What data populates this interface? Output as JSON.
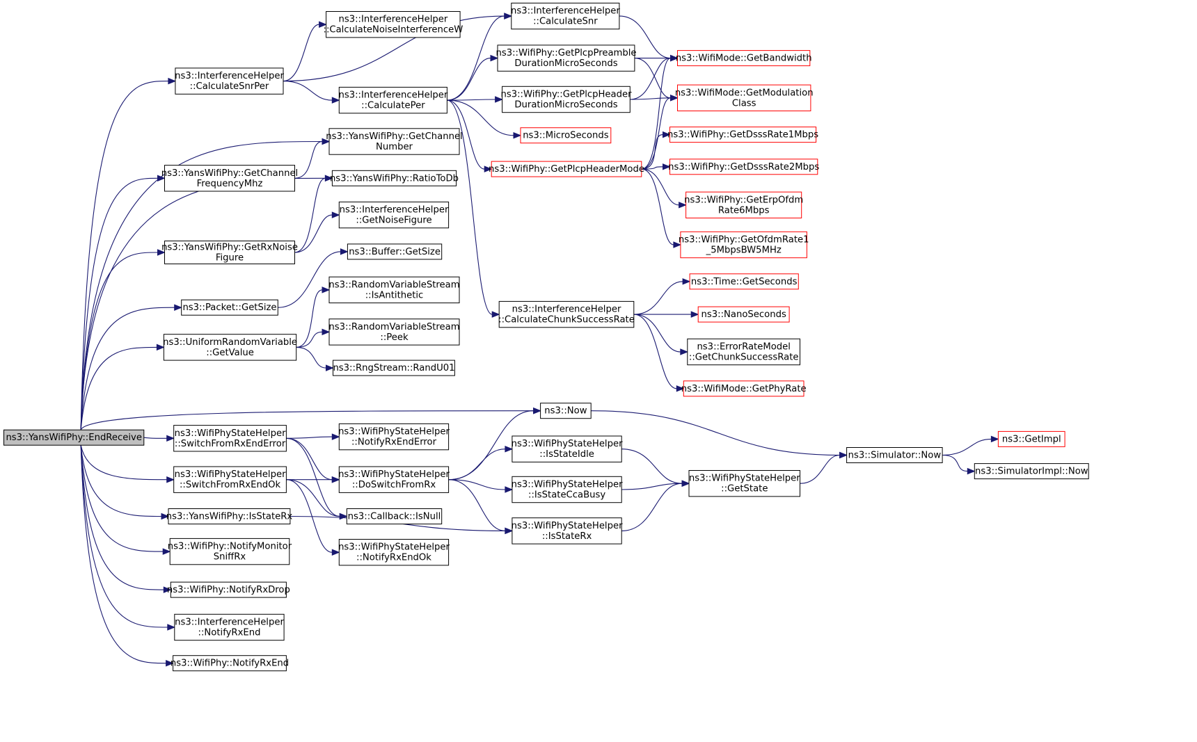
{
  "nodes": [
    {
      "id": "root",
      "lines": [
        "ns3::YansWifiPhy::EndReceive"
      ],
      "style": "root"
    },
    {
      "id": "csnrper",
      "lines": [
        "ns3::InterferenceHelper",
        "::CalculateSnrPer"
      ],
      "style": "normal"
    },
    {
      "id": "cniw",
      "lines": [
        "ns3::InterferenceHelper",
        "::CalculateNoiseInterferenceW"
      ],
      "style": "normal"
    },
    {
      "id": "csnr",
      "lines": [
        "ns3::InterferenceHelper",
        "::CalculateSnr"
      ],
      "style": "normal"
    },
    {
      "id": "cper",
      "lines": [
        "ns3::InterferenceHelper",
        "::CalculatePer"
      ],
      "style": "normal"
    },
    {
      "id": "preamble",
      "lines": [
        "ns3::WifiPhy::GetPlcpPreamble",
        "DurationMicroSeconds"
      ],
      "style": "normal"
    },
    {
      "id": "header",
      "lines": [
        "ns3::WifiPhy::GetPlcpHeader",
        "DurationMicroSeconds"
      ],
      "style": "normal"
    },
    {
      "id": "bandwidth",
      "lines": [
        "ns3::WifiMode::GetBandwidth"
      ],
      "style": "red"
    },
    {
      "id": "modclass",
      "lines": [
        "ns3::WifiMode::GetModulation",
        "Class"
      ],
      "style": "red"
    },
    {
      "id": "micro",
      "lines": [
        "ns3::MicroSeconds"
      ],
      "style": "red"
    },
    {
      "id": "hdrmode",
      "lines": [
        "ns3::WifiPhy::GetPlcpHeaderMode"
      ],
      "style": "red"
    },
    {
      "id": "dsss1",
      "lines": [
        "ns3::WifiPhy::GetDsssRate1Mbps"
      ],
      "style": "red"
    },
    {
      "id": "dsss2",
      "lines": [
        "ns3::WifiPhy::GetDsssRate2Mbps"
      ],
      "style": "red"
    },
    {
      "id": "erp6",
      "lines": [
        "ns3::WifiPhy::GetErpOfdm",
        "Rate6Mbps"
      ],
      "style": "red"
    },
    {
      "id": "ofdm15",
      "lines": [
        "ns3::WifiPhy::GetOfdmRate1",
        "_5MbpsBW5MHz"
      ],
      "style": "red"
    },
    {
      "id": "chnum",
      "lines": [
        "ns3::YansWifiPhy::GetChannel",
        "Number"
      ],
      "style": "normal"
    },
    {
      "id": "chfreq",
      "lines": [
        "ns3::YansWifiPhy::GetChannel",
        "FrequencyMhz"
      ],
      "style": "normal"
    },
    {
      "id": "ratiodb",
      "lines": [
        "ns3::YansWifiPhy::RatioToDb"
      ],
      "style": "normal"
    },
    {
      "id": "noisefig",
      "lines": [
        "ns3::InterferenceHelper",
        "::GetNoiseFigure"
      ],
      "style": "normal"
    },
    {
      "id": "rxnoise",
      "lines": [
        "ns3::YansWifiPhy::GetRxNoise",
        "Figure"
      ],
      "style": "normal"
    },
    {
      "id": "bufsize",
      "lines": [
        "ns3::Buffer::GetSize"
      ],
      "style": "normal"
    },
    {
      "id": "pktsize",
      "lines": [
        "ns3::Packet::GetSize"
      ],
      "style": "normal"
    },
    {
      "id": "isanti",
      "lines": [
        "ns3::RandomVariableStream",
        "::IsAntithetic"
      ],
      "style": "normal"
    },
    {
      "id": "peek",
      "lines": [
        "ns3::RandomVariableStream",
        "::Peek"
      ],
      "style": "normal"
    },
    {
      "id": "urvget",
      "lines": [
        "ns3::UniformRandomVariable",
        "::GetValue"
      ],
      "style": "normal"
    },
    {
      "id": "randu01",
      "lines": [
        "ns3::RngStream::RandU01"
      ],
      "style": "normal"
    },
    {
      "id": "ccsr",
      "lines": [
        "ns3::InterferenceHelper",
        "::CalculateChunkSuccessRate"
      ],
      "style": "normal"
    },
    {
      "id": "timesec",
      "lines": [
        "ns3::Time::GetSeconds"
      ],
      "style": "red"
    },
    {
      "id": "nano",
      "lines": [
        "ns3::NanoSeconds"
      ],
      "style": "red"
    },
    {
      "id": "ermchunk",
      "lines": [
        "ns3::ErrorRateModel",
        "::GetChunkSuccessRate"
      ],
      "style": "normal"
    },
    {
      "id": "phyrate",
      "lines": [
        "ns3::WifiMode::GetPhyRate"
      ],
      "style": "red"
    },
    {
      "id": "now",
      "lines": [
        "ns3::Now"
      ],
      "style": "normal"
    },
    {
      "id": "simnow",
      "lines": [
        "ns3::Simulator::Now"
      ],
      "style": "normal"
    },
    {
      "id": "getimpl",
      "lines": [
        "ns3::GetImpl"
      ],
      "style": "red"
    },
    {
      "id": "simimplnow",
      "lines": [
        "ns3::SimulatorImpl::Now"
      ],
      "style": "normal"
    },
    {
      "id": "swrxerr",
      "lines": [
        "ns3::WifiPhyStateHelper",
        "::SwitchFromRxEndError"
      ],
      "style": "normal"
    },
    {
      "id": "notrxerr",
      "lines": [
        "ns3::WifiPhyStateHelper",
        "::NotifyRxEndError"
      ],
      "style": "normal"
    },
    {
      "id": "swrxok",
      "lines": [
        "ns3::WifiPhyStateHelper",
        "::SwitchFromRxEndOk"
      ],
      "style": "normal"
    },
    {
      "id": "doswitch",
      "lines": [
        "ns3::WifiPhyStateHelper",
        "::DoSwitchFromRx"
      ],
      "style": "normal"
    },
    {
      "id": "isidle",
      "lines": [
        "ns3::WifiPhyStateHelper",
        "::IsStateIdle"
      ],
      "style": "normal"
    },
    {
      "id": "isccabusy",
      "lines": [
        "ns3::WifiPhyStateHelper",
        "::IsStateCcaBusy"
      ],
      "style": "normal"
    },
    {
      "id": "getstate",
      "lines": [
        "ns3::WifiPhyStateHelper",
        "::GetState"
      ],
      "style": "normal"
    },
    {
      "id": "yisstaterx",
      "lines": [
        "ns3::YansWifiPhy::IsStateRx"
      ],
      "style": "normal"
    },
    {
      "id": "cbisnull",
      "lines": [
        "ns3::Callback::IsNull"
      ],
      "style": "normal"
    },
    {
      "id": "wisstaterx",
      "lines": [
        "ns3::WifiPhyStateHelper",
        "::IsStateRx"
      ],
      "style": "normal"
    },
    {
      "id": "notmonitor",
      "lines": [
        "ns3::WifiPhy::NotifyMonitor",
        "SniffRx"
      ],
      "style": "normal"
    },
    {
      "id": "notrxok",
      "lines": [
        "ns3::WifiPhyStateHelper",
        "::NotifyRxEndOk"
      ],
      "style": "normal"
    },
    {
      "id": "notrxdrop",
      "lines": [
        "ns3::WifiPhy::NotifyRxDrop"
      ],
      "style": "normal"
    },
    {
      "id": "ihnotrxend",
      "lines": [
        "ns3::InterferenceHelper",
        "::NotifyRxEnd"
      ],
      "style": "normal"
    },
    {
      "id": "wpnotrxend",
      "lines": [
        "ns3::WifiPhy::NotifyRxEnd"
      ],
      "style": "normal"
    }
  ],
  "colors": {
    "edge": "#191970",
    "node_border": "#000000",
    "external_border": "#ff0000",
    "root_fill": "#bfbfbf",
    "node_fill": "#ffffff"
  }
}
